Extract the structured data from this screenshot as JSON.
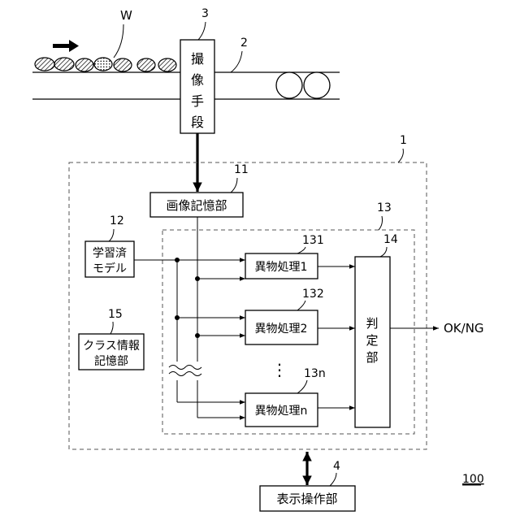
{
  "labels": {
    "workpiece": "W",
    "conveyor_ref": "2",
    "imaging_ref": "3",
    "imaging_chars": [
      "撮",
      "像",
      "手",
      "段"
    ],
    "system_ref": "1",
    "image_memory_ref": "11",
    "image_memory": "画像記憶部",
    "learned_model_ref": "12",
    "learned_model_line1": "学習済",
    "learned_model_line2": "モデル",
    "processing_group_ref": "13",
    "judge_ref": "14",
    "judge_chars": [
      "判",
      "定",
      "部"
    ],
    "class_info_ref": "15",
    "class_info_line1": "クラス情報",
    "class_info_line2": "記憶部",
    "proc1_ref": "131",
    "proc1": "異物処理1",
    "proc2_ref": "132",
    "proc2": "異物処理2",
    "procn_ref": "13n",
    "procn": "異物処理n",
    "ellipsis": "⋮",
    "output": "OK/NG",
    "display_ref": "4",
    "display": "表示操作部",
    "figure_ref": "100"
  }
}
